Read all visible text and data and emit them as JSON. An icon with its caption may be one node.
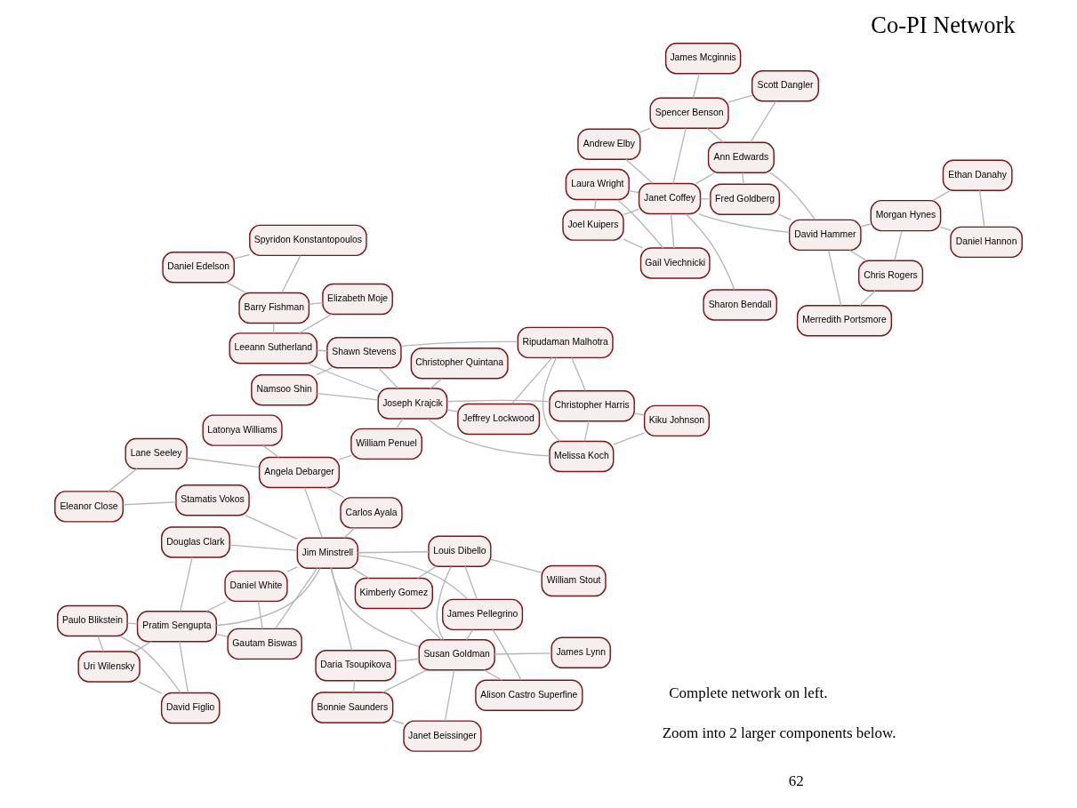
{
  "diagram": {
    "title": "Co-PI Network",
    "nodes": [
      {
        "text": [
          "James Mcginnis"
        ]
      },
      {
        "text": [
          "Scott Dangler"
        ]
      },
      {
        "text": [
          "Andrew Elby"
        ]
      },
      {
        "text": [
          "Spencer Benson"
        ]
      },
      {
        "text": [
          "Ann Edwards"
        ]
      },
      {
        "text": [
          "Fred Goldberg"
        ]
      },
      {
        "text": [
          "Janet Coffey"
        ]
      },
      {
        "text": [
          "Sharon Bendall"
        ]
      },
      {
        "text": [
          "Gail Viechnicki"
        ]
      },
      {
        "text": [
          "David Hammer"
        ]
      },
      {
        "text": [
          "Merredith Portsmore"
        ]
      },
      {
        "text": [
          "Joel Kuipers"
        ]
      },
      {
        "text": [
          "Chris Rogers"
        ]
      },
      {
        "text": [
          "Laura Wright"
        ]
      },
      {
        "text": [
          "Morgan Hynes"
        ]
      },
      {
        "text": [
          "Ethan Danahy"
        ]
      },
      {
        "text": [
          "Daniel Hannon"
        ]
      },
      {
        "text": [
          "Paulo Blikstein"
        ]
      },
      {
        "text": [
          "David Figlio"
        ]
      },
      {
        "text": [
          "Uri Wilensky"
        ]
      },
      {
        "text": [
          "Pratim Sengupta"
        ]
      },
      {
        "text": [
          "Gautam Biswas"
        ]
      },
      {
        "text": [
          "Douglas Clark"
        ]
      },
      {
        "text": [
          "Daniel White"
        ]
      },
      {
        "text": [
          "Daria Tsoupikova"
        ]
      },
      {
        "text": [
          "Bonnie Saunders"
        ]
      },
      {
        "text": [
          "Janet Beissinger"
        ]
      },
      {
        "text": [
          "Susan Goldman"
        ]
      },
      {
        "text": [
          "Kimberly Gomez"
        ]
      },
      {
        "text": [
          "James Lynn"
        ]
      },
      {
        "text": [
          "Jim Minstrell"
        ]
      },
      {
        "text": [
          "James Pellegrino"
        ]
      },
      {
        "text": [
          "Alison Castro Superfine"
        ]
      },
      {
        "text": [
          "Carlos Ayala"
        ]
      },
      {
        "text": [
          "Louis Dibello"
        ]
      },
      {
        "text": [
          "Stamatis Vokos"
        ]
      },
      {
        "text": [
          "Angela Debarger"
        ]
      },
      {
        "text": [
          "Eleanor Close"
        ]
      },
      {
        "text": [
          "Lane Seeley"
        ]
      },
      {
        "text": [
          "William Stout"
        ]
      },
      {
        "text": [
          "Latonya Williams"
        ]
      },
      {
        "text": [
          "William Penuel"
        ]
      },
      {
        "text": [
          "Melissa Koch"
        ]
      },
      {
        "text": [
          "Christopher Harris"
        ]
      },
      {
        "text": [
          "Ripudaman Malhotra"
        ]
      },
      {
        "text": [
          "Joseph Krajcik"
        ]
      },
      {
        "text": [
          "Kiku Johnson"
        ]
      },
      {
        "text": [
          "Shawn Stevens"
        ]
      },
      {
        "text": [
          "Jeffrey Lockwood"
        ]
      },
      {
        "text": [
          "Namsoo Shin"
        ]
      },
      {
        "text": [
          "Leeann Sutherland"
        ]
      },
      {
        "text": [
          "Christopher Quintana"
        ]
      },
      {
        "text": [
          "Elizabeth Moje"
        ]
      },
      {
        "text": [
          "Barry Fishman"
        ]
      },
      {
        "text": [
          "Spyridon Konstantopoulos"
        ]
      },
      {
        "text": [
          "Daniel Edelson"
        ]
      }
    ],
    "edges": [
      {
        "from": 0,
        "to": 3,
        "arrow": "none"
      },
      {
        "from": 1,
        "to": 3,
        "arrow": "none"
      },
      {
        "from": 3,
        "to": 2,
        "arrow": "none"
      },
      {
        "from": 3,
        "to": 4,
        "arrow": "none"
      },
      {
        "from": 1,
        "to": 4,
        "arrow": "none"
      },
      {
        "from": 2,
        "to": 6,
        "arrow": "none"
      },
      {
        "from": 3,
        "to": 6,
        "arrow": "none"
      },
      {
        "from": 4,
        "to": 6,
        "arrow": "none"
      },
      {
        "from": 4,
        "to": 5,
        "arrow": "none"
      },
      {
        "from": 6,
        "to": 5,
        "arrow": "none"
      },
      {
        "from": 5,
        "to": 9,
        "arrow": "none"
      },
      {
        "from": 6,
        "to": 7,
        "arrow": "none"
      },
      {
        "from": 6,
        "to": 9,
        "arrow": "none"
      },
      {
        "from": 4,
        "to": 9,
        "arrow": "none"
      },
      {
        "from": 6,
        "to": 8,
        "arrow": "none"
      },
      {
        "from": 6,
        "to": 11,
        "arrow": "none"
      },
      {
        "from": 6,
        "to": 13,
        "arrow": "none"
      },
      {
        "from": 8,
        "to": 11,
        "arrow": "none"
      },
      {
        "from": 8,
        "to": 13,
        "arrow": "none"
      },
      {
        "from": 11,
        "to": 13,
        "arrow": "none"
      },
      {
        "from": 9,
        "to": 10,
        "arrow": "none"
      },
      {
        "from": 9,
        "to": 12,
        "arrow": "none"
      },
      {
        "from": 9,
        "to": 14,
        "arrow": "none"
      },
      {
        "from": 10,
        "to": 12,
        "arrow": "none"
      },
      {
        "from": 12,
        "to": 14,
        "arrow": "none"
      },
      {
        "from": 14,
        "to": 15,
        "arrow": "none"
      },
      {
        "from": 14,
        "to": 16,
        "arrow": "none"
      },
      {
        "from": 15,
        "to": 16,
        "arrow": "none"
      },
      {
        "from": 17,
        "to": 18,
        "arrow": "none"
      },
      {
        "from": 17,
        "to": 19,
        "arrow": "none"
      },
      {
        "from": 18,
        "to": 19,
        "arrow": "none"
      },
      {
        "from": 17,
        "to": 20,
        "arrow": "none"
      },
      {
        "from": 18,
        "to": 20,
        "arrow": "none"
      },
      {
        "from": 19,
        "to": 20,
        "arrow": "none"
      },
      {
        "from": 20,
        "to": 21,
        "arrow": "none"
      },
      {
        "from": 20,
        "to": 22,
        "arrow": "none"
      },
      {
        "from": 20,
        "to": 23,
        "arrow": "none"
      },
      {
        "from": 20,
        "to": 30,
        "arrow": "none"
      },
      {
        "from": 21,
        "to": 23,
        "arrow": "none"
      },
      {
        "from": 21,
        "to": 30,
        "arrow": "none"
      },
      {
        "from": 22,
        "to": 30,
        "arrow": "none"
      },
      {
        "from": 23,
        "to": 30,
        "arrow": "none"
      },
      {
        "from": 27,
        "to": 24,
        "arrow": "none"
      },
      {
        "from": 27,
        "to": 25,
        "arrow": "none"
      },
      {
        "from": 27,
        "to": 26,
        "arrow": "none"
      },
      {
        "from": 24,
        "to": 25,
        "arrow": "none"
      },
      {
        "from": 25,
        "to": 26,
        "arrow": "none"
      },
      {
        "from": 30,
        "to": 27,
        "arrow": "none"
      },
      {
        "from": 30,
        "to": 24,
        "arrow": "none"
      },
      {
        "from": 27,
        "to": 28,
        "arrow": "none"
      },
      {
        "from": 27,
        "to": 29,
        "arrow": "none"
      },
      {
        "from": 27,
        "to": 31,
        "arrow": "none"
      },
      {
        "from": 27,
        "to": 34,
        "arrow": "none"
      },
      {
        "from": 27,
        "to": 32,
        "arrow": "none"
      },
      {
        "from": 28,
        "to": 34,
        "arrow": "none"
      },
      {
        "from": 31,
        "to": 34,
        "arrow": "none"
      },
      {
        "from": 31,
        "to": 32,
        "arrow": "none"
      },
      {
        "from": 30,
        "to": 28,
        "arrow": "none"
      },
      {
        "from": 30,
        "to": 34,
        "arrow": "none"
      },
      {
        "from": 30,
        "to": 31,
        "arrow": "none"
      },
      {
        "from": 30,
        "to": 33,
        "arrow": "none"
      },
      {
        "from": 30,
        "to": 35,
        "arrow": "none"
      },
      {
        "from": 30,
        "to": 36,
        "arrow": "none"
      },
      {
        "from": 33,
        "to": 36,
        "arrow": "none"
      },
      {
        "from": 36,
        "to": 40,
        "arrow": "none"
      },
      {
        "from": 36,
        "to": 41,
        "arrow": "none"
      },
      {
        "from": 35,
        "to": 37,
        "arrow": "none"
      },
      {
        "from": 37,
        "to": 38,
        "arrow": "none"
      },
      {
        "from": 36,
        "to": 38,
        "arrow": "none"
      },
      {
        "from": 34,
        "to": 39,
        "arrow": "none"
      },
      {
        "from": 41,
        "to": 45,
        "arrow": "none"
      },
      {
        "from": 42,
        "to": 43,
        "arrow": "none"
      },
      {
        "from": 42,
        "to": 44,
        "arrow": "none"
      },
      {
        "from": 42,
        "to": 45,
        "arrow": "none"
      },
      {
        "from": 42,
        "to": 46,
        "arrow": "none"
      },
      {
        "from": 43,
        "to": 45,
        "arrow": "none"
      },
      {
        "from": 43,
        "to": 44,
        "arrow": "none"
      },
      {
        "from": 43,
        "to": 46,
        "arrow": "none"
      },
      {
        "from": 44,
        "to": 48,
        "arrow": "none"
      },
      {
        "from": 44,
        "to": 47,
        "arrow": "none"
      },
      {
        "from": 45,
        "to": 47,
        "arrow": "none"
      },
      {
        "from": 45,
        "to": 49,
        "arrow": "none"
      },
      {
        "from": 45,
        "to": 51,
        "arrow": "none"
      },
      {
        "from": 45,
        "to": 48,
        "arrow": "none"
      },
      {
        "from": 47,
        "to": 49,
        "arrow": "none"
      },
      {
        "from": 47,
        "to": 50,
        "arrow": "none"
      },
      {
        "from": 45,
        "to": 50,
        "arrow": "none"
      },
      {
        "from": 50,
        "to": 52,
        "arrow": "none"
      },
      {
        "from": 50,
        "to": 53,
        "arrow": "none"
      },
      {
        "from": 52,
        "to": 53,
        "arrow": "none"
      },
      {
        "from": 53,
        "to": 54,
        "arrow": "none"
      },
      {
        "from": 53,
        "to": 55,
        "arrow": "none"
      },
      {
        "from": 54,
        "to": 55,
        "arrow": "none"
      }
    ],
    "labels": [
      "Complete network on left.",
      "Zoom into 2 larger components below.",
      "62"
    ]
  }
}
